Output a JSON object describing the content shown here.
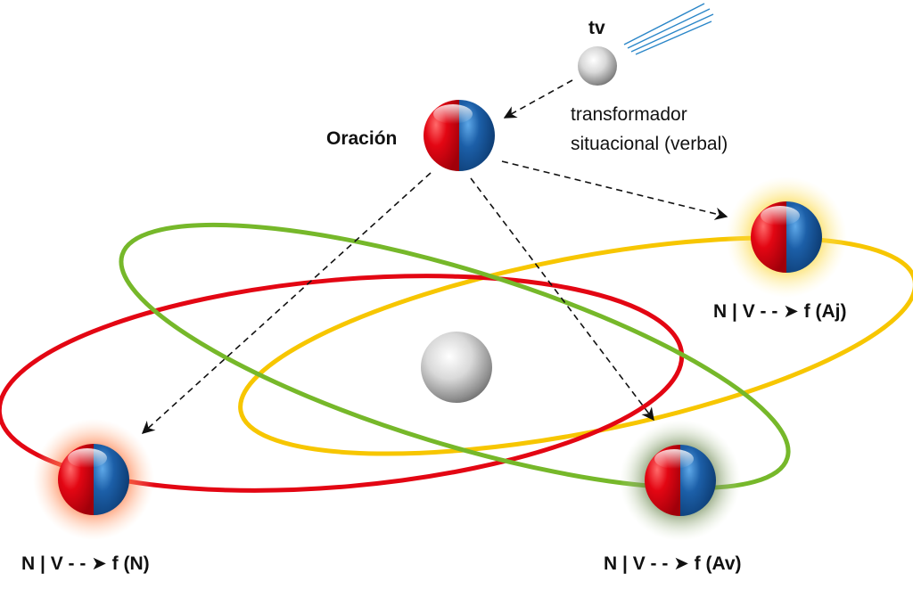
{
  "colors": {
    "red": "#e30613",
    "blue": "#1c5fa8",
    "green_orbit": "#76b82a",
    "yellow_orbit": "#f7c600",
    "red_orbit": "#e30613",
    "arrow": "#111111",
    "streak": "#2a86c8"
  },
  "labels": {
    "tv": "tv",
    "oracion": "Oración",
    "transformador_line1": "transformador",
    "transformador_line2": "situacional (verbal)",
    "aj": "N | V - - ➤ f (Aj)",
    "n": "N | V - - ➤ f (N)",
    "av": "N | V - - ➤ f (Av)"
  },
  "nodes": [
    {
      "id": "tv",
      "kind": "gray-sphere"
    },
    {
      "id": "oracion",
      "kind": "split-sphere"
    },
    {
      "id": "nucleus",
      "kind": "gray-sphere"
    },
    {
      "id": "aj",
      "kind": "split-sphere",
      "glow": "yellow"
    },
    {
      "id": "n",
      "kind": "split-sphere",
      "glow": "red"
    },
    {
      "id": "av",
      "kind": "split-sphere",
      "glow": "green"
    }
  ]
}
